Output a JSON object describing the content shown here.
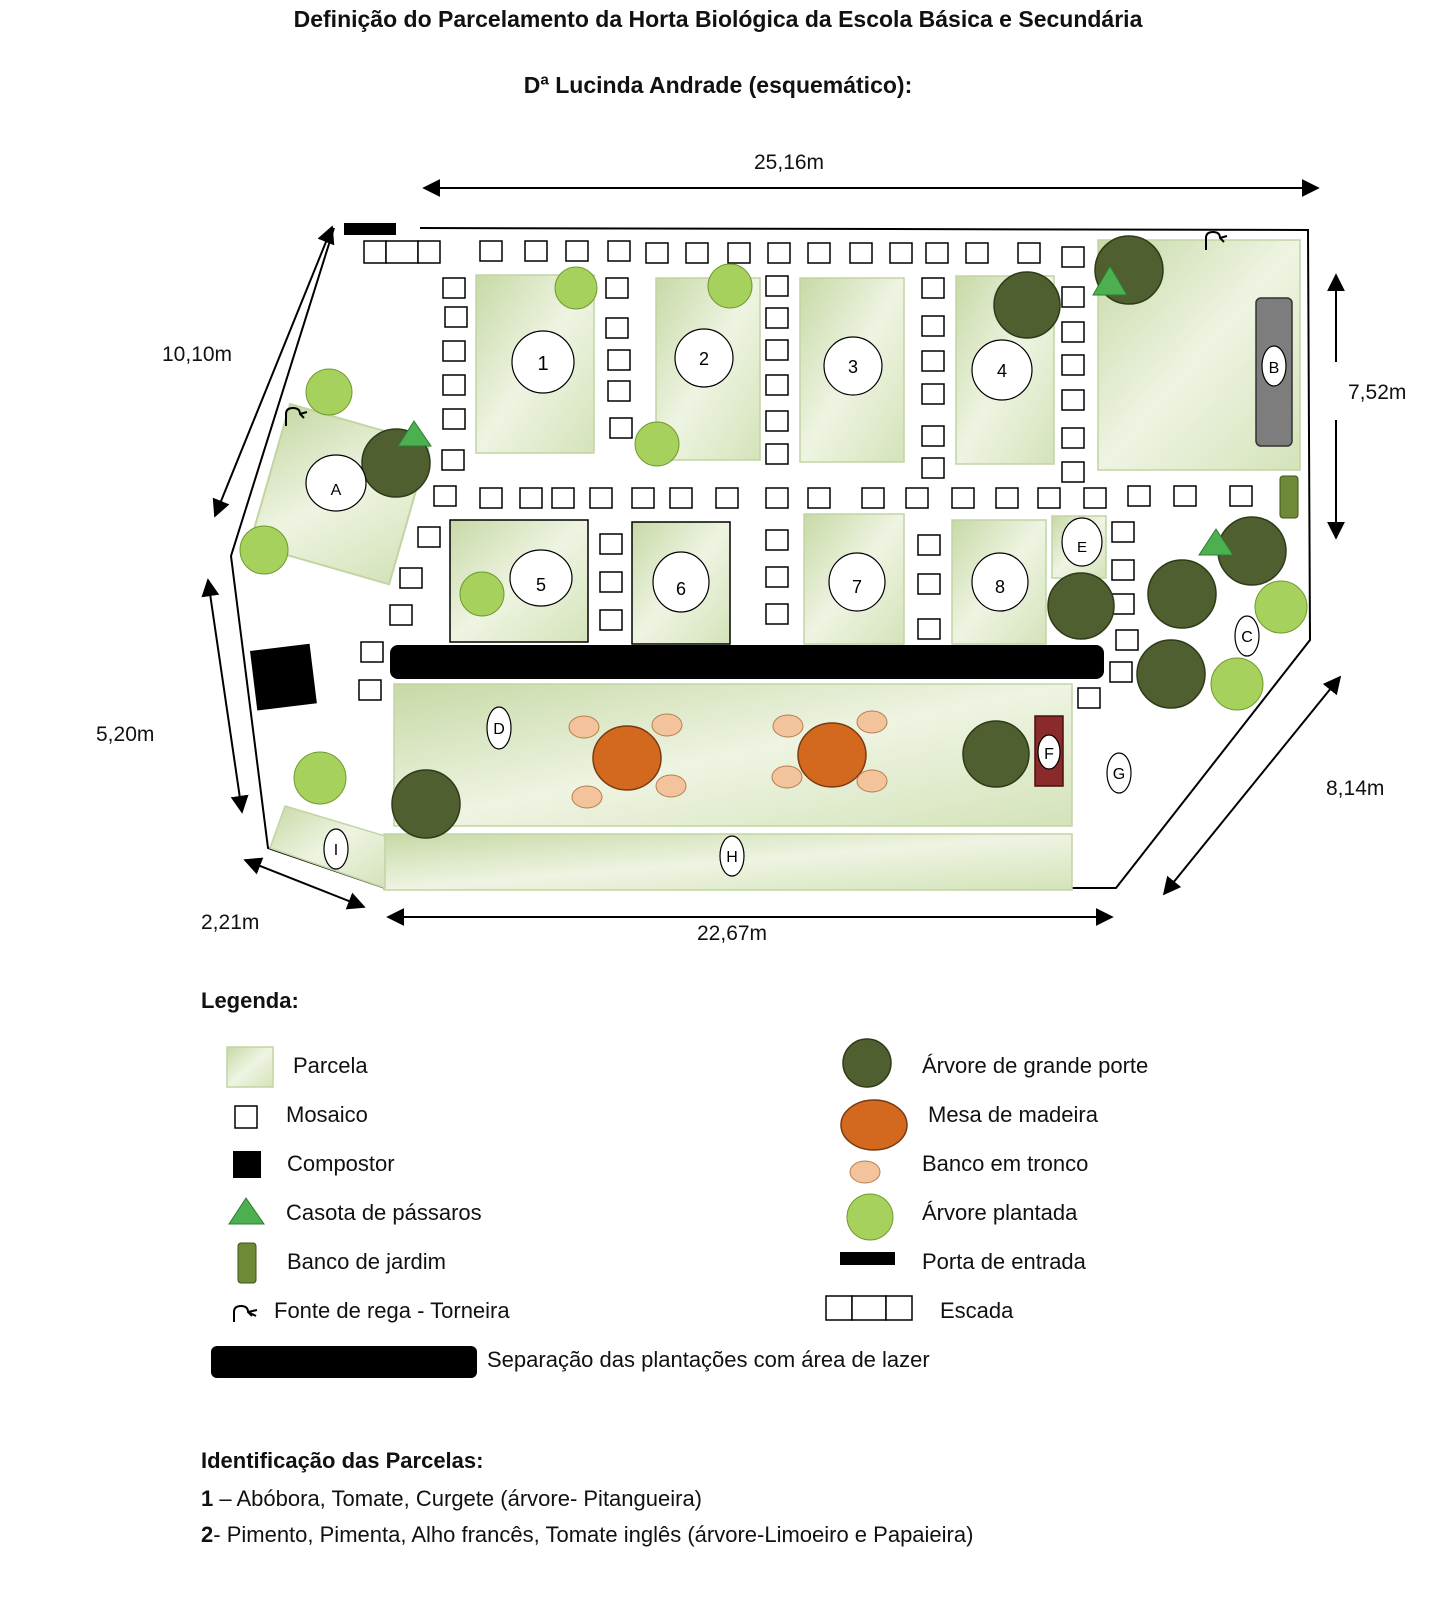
{
  "title": {
    "line1": "Definição do Parcelamento da Horta Biológica da Escola Básica e Secundária",
    "line2": "Dª Lucinda Andrade (esquemático):"
  },
  "dimensions": {
    "top": "25,16m",
    "left_upper": "10,10m",
    "left_lower": "5,20m",
    "bottom_left": "2,21m",
    "bottom": "22,67m",
    "right_upper": "7,52m",
    "right_lower": "8,14m"
  },
  "plots": {
    "p1": "1",
    "p2": "2",
    "p3": "3",
    "p4": "4",
    "p5": "5",
    "p6": "6",
    "p7": "7",
    "p8": "8",
    "A": "A",
    "B": "B",
    "C": "C",
    "D": "D",
    "E": "E",
    "F": "F",
    "G": "G",
    "H": "H",
    "I": "I"
  },
  "colors": {
    "parcela_light": "#eef4e2",
    "parcela_dark": "#c7d9a6",
    "big_tree": "#4f5f2f",
    "planted_tree": "#a6d15c",
    "table": "#d2691e",
    "log_bench": "#f3c49b",
    "bird_house": "#4caf50",
    "garden_bench": "#6f8a36",
    "bench_b": "#7d7d7d",
    "compost": "#000000",
    "mural_f": "#8b2a2a"
  },
  "legend": {
    "title": "Legenda:",
    "items": {
      "parcela": "Parcela",
      "mosaico": "Mosaico",
      "compostor": "Compostor",
      "casota": "Casota de pássaros",
      "banco_jardim": "Banco de jardim",
      "fonte": "Fonte de rega - Torneira",
      "arvore_grande": "Árvore de grande porte",
      "mesa": "Mesa de madeira",
      "banco_tronco": "Banco em tronco",
      "arvore_plantada": "Árvore plantada",
      "porta": "Porta de entrada",
      "escada": "Escada",
      "separacao": "Separação das plantações com área de lazer"
    },
    "icons": {
      "fonte": "tap-icon"
    }
  },
  "identification": {
    "title": "Identificação das Parcelas:",
    "entries": [
      {
        "num": "1",
        "sep": " – ",
        "text": "Abóbora, Tomate, Curgete (árvore- Pitangueira)"
      },
      {
        "num": "2",
        "sep": "- ",
        "text": "Pimento, Pimenta, Alho francês, Tomate inglês (árvore-Limoeiro e Papaieira)"
      }
    ]
  }
}
